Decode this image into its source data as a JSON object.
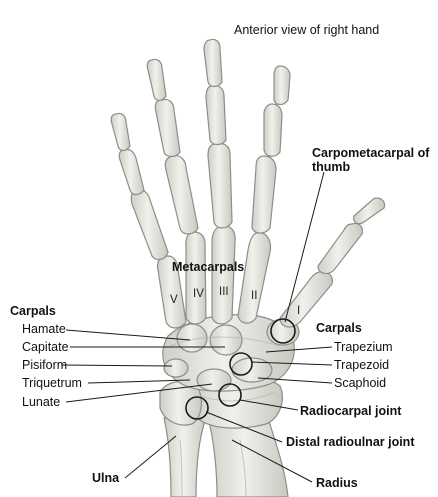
{
  "title": "Anterior view of right hand",
  "labels": {
    "carpometacarpal_line1": "Carpometacarpal of",
    "carpometacarpal_line2": "thumb",
    "metacarpals": "Metacarpals",
    "carpals_left": "Carpals",
    "carpals_right": "Carpals",
    "hamate": "Hamate",
    "capitate": "Capitate",
    "pisiform": "Pisiform",
    "triquetrum": "Triquetrum",
    "lunate": "Lunate",
    "trapezium": "Trapezium",
    "trapezoid": "Trapezoid",
    "scaphoid": "Scaphoid",
    "radiocarpal_joint": "Radiocarpal joint",
    "distal_radioulnar_joint": "Distal radioulnar joint",
    "ulna": "Ulna",
    "radius": "Radius",
    "roman_v": "V",
    "roman_iv": "IV",
    "roman_iii": "III",
    "roman_ii": "II",
    "roman_i": "I"
  },
  "colors": {
    "bone_fill": "#e6e6df",
    "bone_stroke": "#8e8e88",
    "shadow": "#b9b9b2",
    "leader": "#1a1a1a"
  }
}
